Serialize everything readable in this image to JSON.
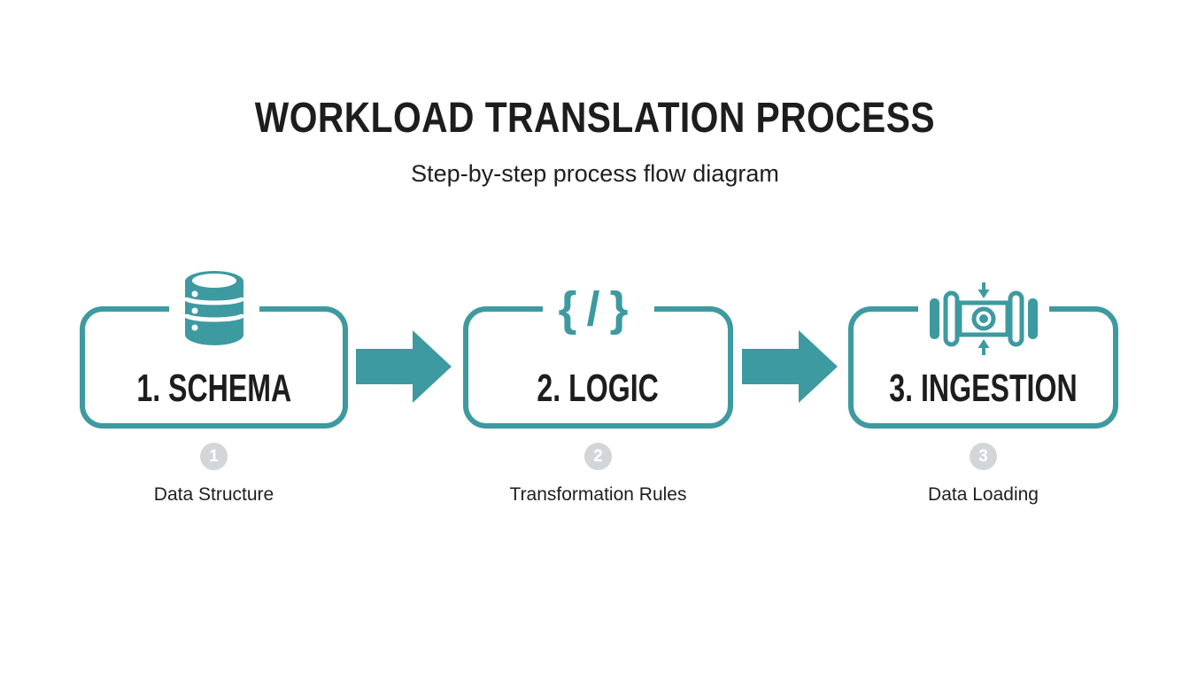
{
  "header": {
    "title": "WORKLOAD TRANSLATION PROCESS",
    "subtitle": "Step-by-step process flow diagram"
  },
  "steps": [
    {
      "label": "1. SCHEMA",
      "badge": "1",
      "caption": "Data Structure",
      "icon": "database-icon"
    },
    {
      "label": "2. LOGIC",
      "badge": "2",
      "caption": "Transformation Rules",
      "icon": "code-icon",
      "icon_glyph": "{/}"
    },
    {
      "label": "3. INGESTION",
      "badge": "3",
      "caption": "Data Loading",
      "icon": "pipe-icon"
    }
  ],
  "colors": {
    "accent_teal": "#3d9aa0",
    "badge_gray": "#d3d6d9",
    "badge_number": "#ffffff",
    "heading_text": "#1d1d1d",
    "caption_text": "#1e1e1e",
    "background": "#ffffff"
  }
}
